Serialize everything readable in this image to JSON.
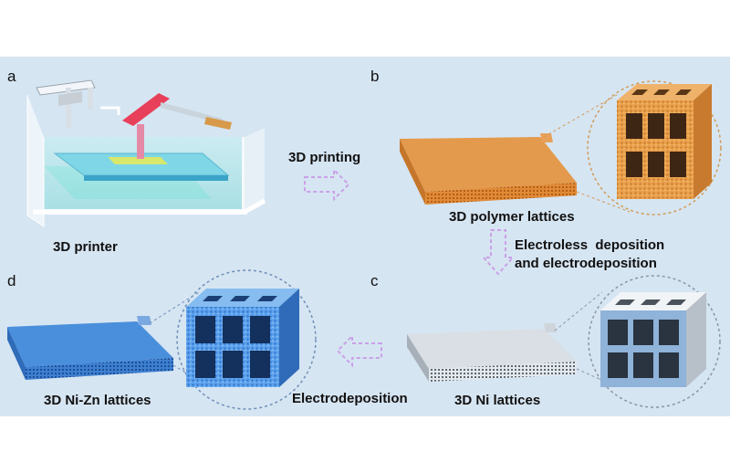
{
  "panels": {
    "a": {
      "letter": "a",
      "caption": "3D printer"
    },
    "b": {
      "letter": "b",
      "caption": "3D polymer lattices"
    },
    "c": {
      "letter": "c",
      "caption": "3D Ni lattices"
    },
    "d": {
      "letter": "d",
      "caption": "3D Ni-Zn lattices"
    }
  },
  "steps": {
    "printing": "3D printing",
    "plating_line1": "Electroless  deposition",
    "plating_line2": "and electrodeposition",
    "electrodeposition": "Electrodeposition"
  },
  "colors": {
    "background": "#d6e5f2",
    "polymer": "#e39a4a",
    "nickel": "#cfd6dc",
    "nizn": "#4a8fdc",
    "resin": "#5fd9d6",
    "arrow": "#c9a0e8"
  }
}
